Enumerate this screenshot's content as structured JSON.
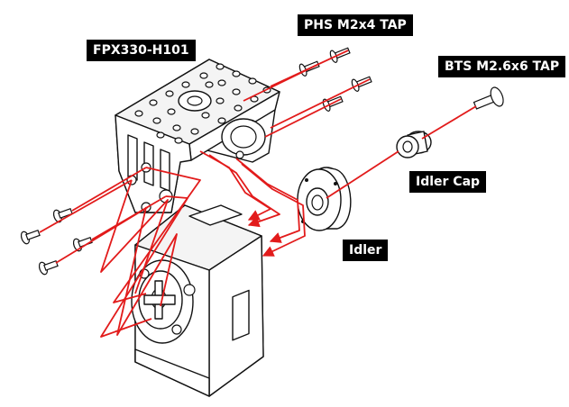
{
  "labels": {
    "frame": "FPX330-H101",
    "phs_screw": "PHS M2x4 TAP",
    "bts_screw": "BTS M2.6x6 TAP",
    "idler_cap": "Idler Cap",
    "idler": "Idler"
  },
  "colors": {
    "guide_line": "#e21b1b",
    "label_background": "#000000",
    "label_text": "#ffffff",
    "outline": "#111111"
  }
}
